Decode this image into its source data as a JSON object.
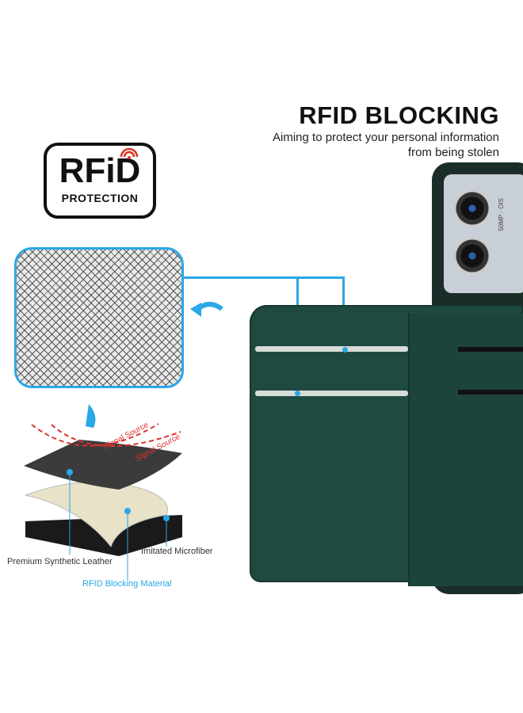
{
  "header": {
    "title": "RFID BLOCKING",
    "subtitle_line1": "Aiming to protect your personal information",
    "subtitle_line2": "from being stolen"
  },
  "badge": {
    "main": "RFiD",
    "sub": "PROTECTION"
  },
  "camera": {
    "text": "50MP · OIS"
  },
  "layers": {
    "signal1": "Signal Source",
    "signal2": "Signal Source",
    "leather": "Premium Synthetic Leather",
    "microfiber": "Imitated Microfiber",
    "blocking": "RFID Blocking Material"
  },
  "colors": {
    "accent": "#2aa7e6",
    "wallet": "#1f4a42",
    "signal": "#e03030"
  }
}
